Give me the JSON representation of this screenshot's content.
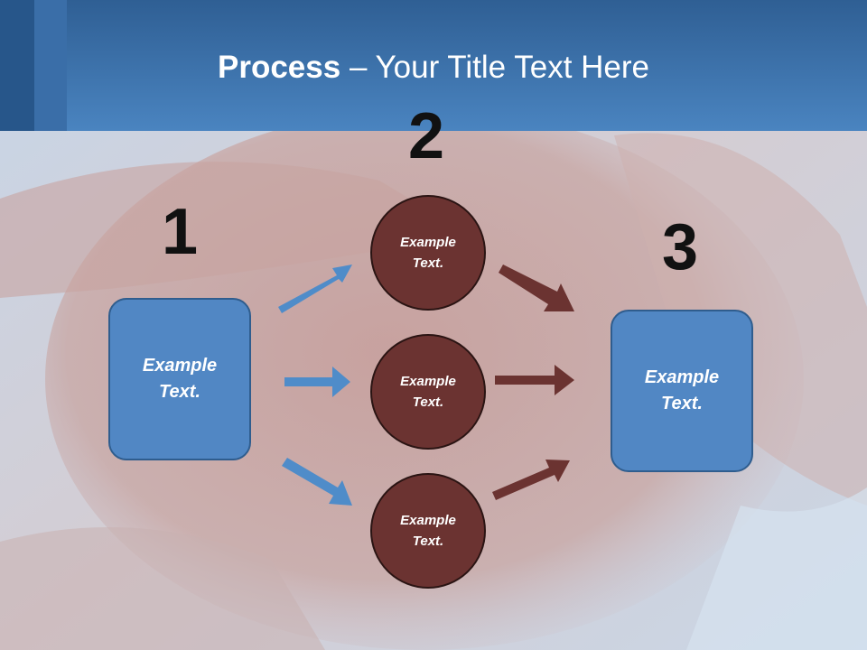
{
  "title": {
    "bold": "Process",
    "rest": " – Your Title Text Here"
  },
  "steps": {
    "one": "1",
    "two": "2",
    "three": "3"
  },
  "left_box": {
    "label": "Example\nText."
  },
  "right_box": {
    "label": "Example\nText."
  },
  "circles": [
    {
      "label": "Example\nText."
    },
    {
      "label": "Example\nText."
    },
    {
      "label": "Example\nText."
    }
  ],
  "colors": {
    "header": "#4a84c0",
    "box_fill": "#5187c4",
    "circle_fill": "#6b3331",
    "blue_arrow": "#4f8cc9",
    "red_arrow": "#6b3331"
  }
}
